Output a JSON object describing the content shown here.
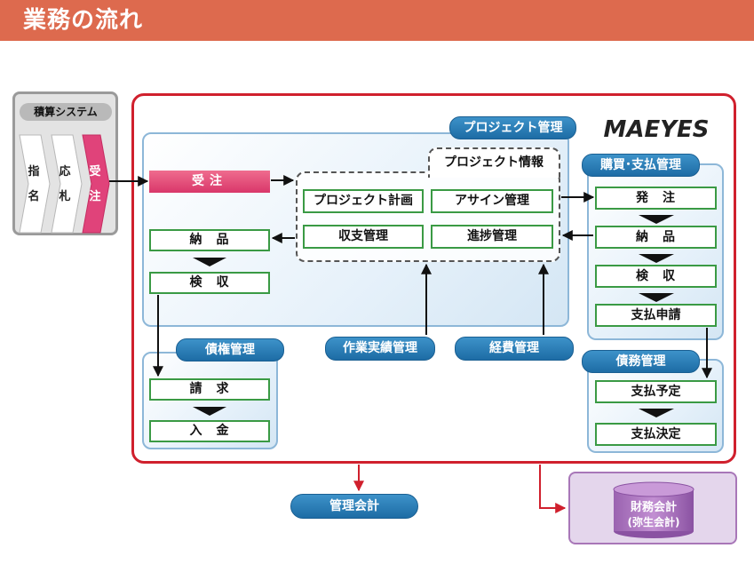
{
  "header": {
    "title": "業務の流れ"
  },
  "sekisan": {
    "title": "積算システム",
    "steps": [
      {
        "chars": [
          "指",
          "名"
        ]
      },
      {
        "chars": [
          "応",
          "札"
        ]
      },
      {
        "chars": [
          "受",
          "注"
        ]
      }
    ]
  },
  "logo": {
    "text": "MAEYES"
  },
  "project": {
    "title": "プロジェクト管理",
    "juchu": "受注",
    "nouhin": "納　品",
    "kenshu": "検　収",
    "info": {
      "title": "プロジェクト情報",
      "items": [
        "プロジェクト計画",
        "アサイン管理",
        "収支管理",
        "進捗管理"
      ]
    }
  },
  "saiken": {
    "title": "債権管理",
    "items": [
      "請　求",
      "入　金"
    ]
  },
  "sagyou": {
    "title": "作業実績管理"
  },
  "keihi": {
    "title": "経費管理"
  },
  "koubai": {
    "title": "購買･支払管理",
    "items": [
      "発　注",
      "納　品",
      "検　収",
      "支払申請"
    ]
  },
  "saimu": {
    "title": "債務管理",
    "items": [
      "支払予定",
      "支払決定"
    ]
  },
  "kanri_kaikei": {
    "title": "管理会計"
  },
  "zaimu": {
    "line1": "財務会計",
    "line2": "(弥生会計)"
  },
  "colors": {
    "accent_red": "#d0202d",
    "header": "#dd6a4e",
    "pill_blue": "#1d6ca5",
    "box_green": "#3a9a44",
    "juchu_pink": "#d9376a",
    "zaimu_purple": "#a877b8"
  }
}
